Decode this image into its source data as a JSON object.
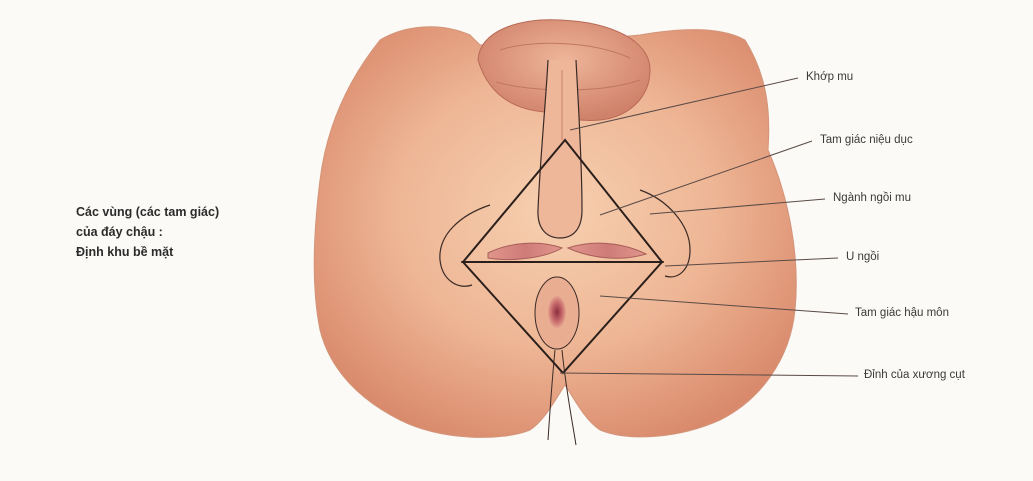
{
  "caption": {
    "line1": "Các vùng (các tam giác)",
    "line2": "của đáy chậu :",
    "line3": "Định khu bề mặt"
  },
  "labels": {
    "pubic_symphysis": "Khớp mu",
    "urogenital_triangle": "Tam giác niệu dục",
    "ischiopubic_ramus": "Ngành ngồi mu",
    "ischial_tuberosity": "U ngồi",
    "anal_triangle": "Tam giác hậu môn",
    "coccyx_tip": "Đỉnh của xương cụt"
  },
  "colors": {
    "skin_light": "#f1c6a4",
    "skin_mid": "#e7aa87",
    "skin_dark": "#cf7f62",
    "muscle": "#d98c86",
    "outline": "#3a2a26",
    "leader_line": "#5a4a46",
    "background": "#fbfaf6"
  }
}
